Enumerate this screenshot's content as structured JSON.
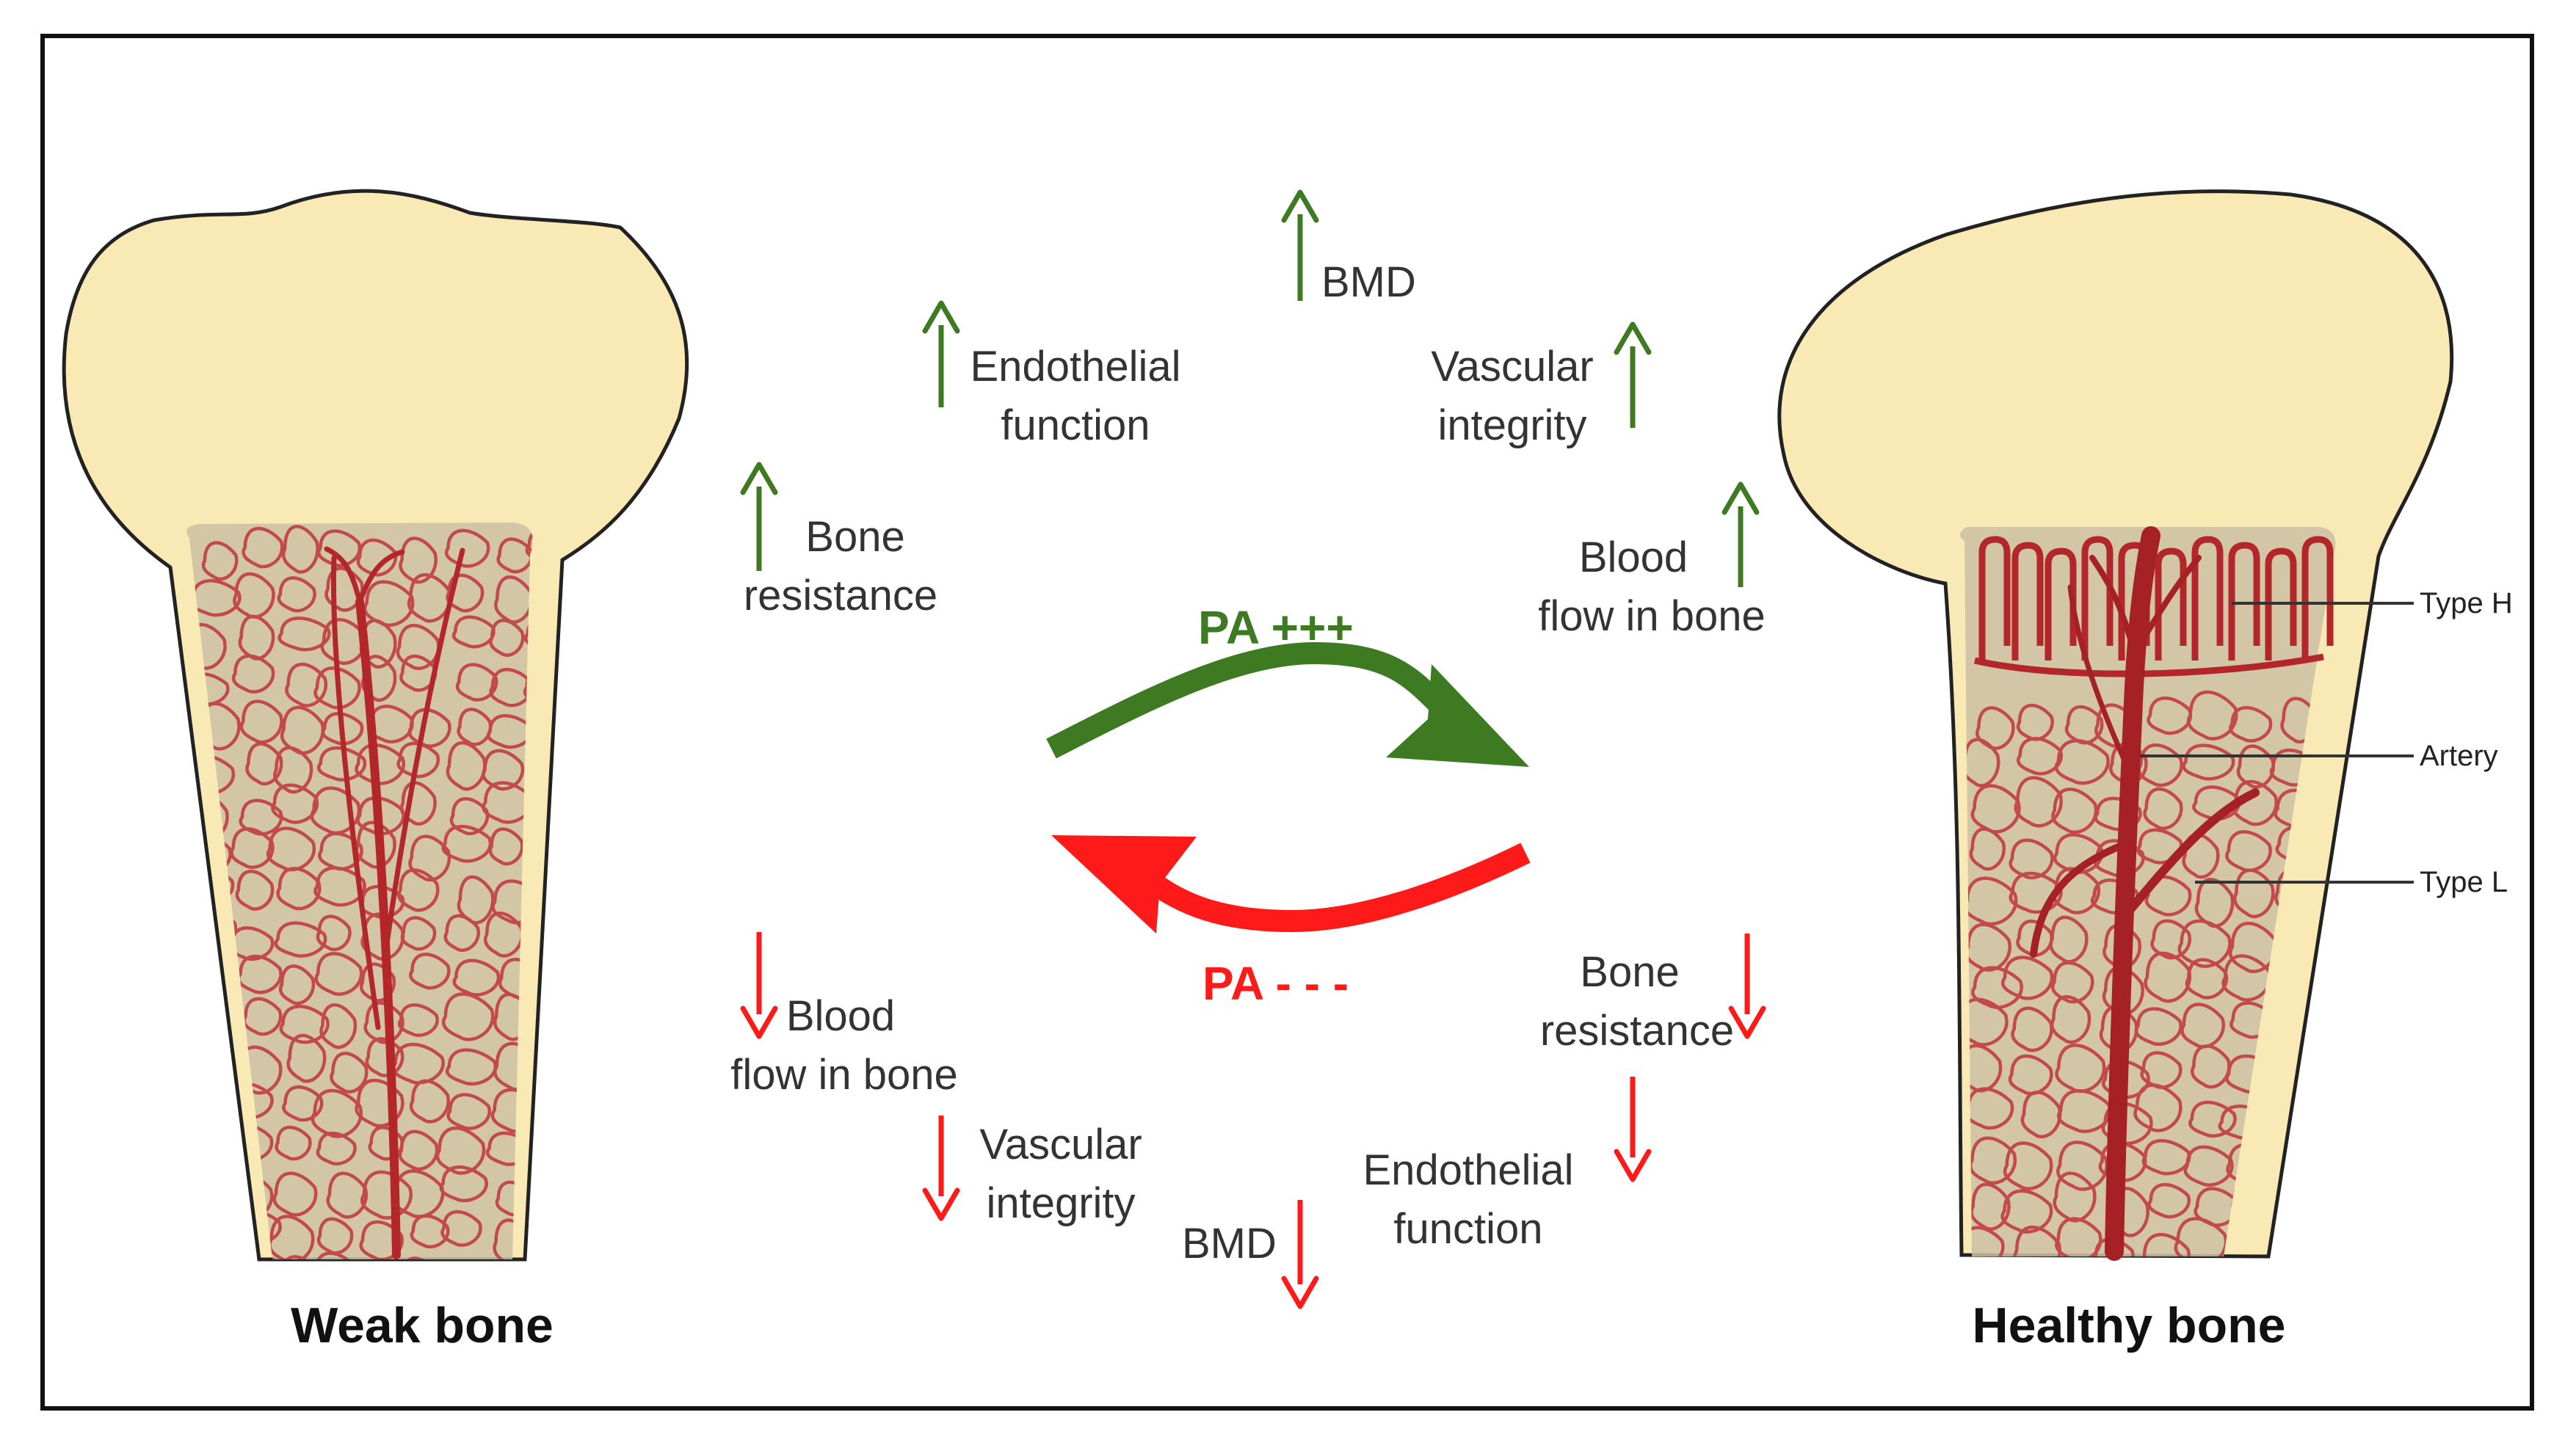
{
  "bones": {
    "weak": {
      "caption": "Weak bone"
    },
    "healthy": {
      "caption": "Healthy bone"
    }
  },
  "vessel_labels": {
    "type_h": "Type H",
    "artery": "Artery",
    "type_l": "Type L"
  },
  "transitions": {
    "increase": {
      "label": "PA +++",
      "color": "#3d7a21"
    },
    "decrease": {
      "label": "PA - - -",
      "color": "#ff1a1a"
    }
  },
  "effects_increase": [
    {
      "id": "bmd",
      "lines": [
        "BMD"
      ],
      "direction": "up"
    },
    {
      "id": "endothelial-function",
      "lines": [
        "Endothelial",
        "function"
      ],
      "direction": "up"
    },
    {
      "id": "vascular-integrity",
      "lines": [
        "Vascular",
        "integrity"
      ],
      "direction": "up"
    },
    {
      "id": "bone-resistance",
      "lines": [
        "Bone",
        "resistance"
      ],
      "direction": "up"
    },
    {
      "id": "blood-flow-in-bone",
      "lines": [
        "Blood",
        "flow in bone"
      ],
      "direction": "up"
    }
  ],
  "effects_decrease": [
    {
      "id": "blood-flow-in-bone",
      "lines": [
        "Blood",
        "flow in bone"
      ],
      "direction": "down"
    },
    {
      "id": "vascular-integrity",
      "lines": [
        "Vascular",
        "integrity"
      ],
      "direction": "down"
    },
    {
      "id": "bmd",
      "lines": [
        "BMD"
      ],
      "direction": "down"
    },
    {
      "id": "endothelial-function",
      "lines": [
        "Endothelial",
        "function"
      ],
      "direction": "down"
    },
    {
      "id": "bone-resistance",
      "lines": [
        "Bone",
        "resistance"
      ],
      "direction": "down"
    }
  ],
  "colors": {
    "bone_fill": "#f9e9b4",
    "marrow_fill": "#cdbfa3",
    "vessel": "#b3272a",
    "vessel_light": "#c24a4a",
    "up_arrow": "#3d7a21",
    "down_arrow": "#ff1a1a"
  }
}
